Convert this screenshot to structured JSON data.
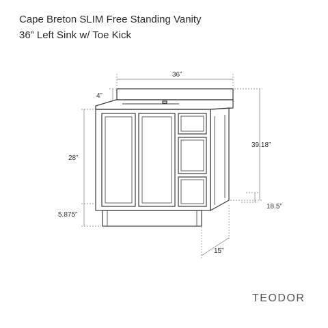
{
  "title_line1": "Cape Breton SLIM Free Standing Vanity",
  "title_line2": "36” Left Sink w/ Toe Kick",
  "brand": "TEODOR",
  "dimensions": {
    "width": "36”",
    "backsplash_height": "4”",
    "counter_height": "28”",
    "toe_kick_height": "5.875”",
    "total_height": "39.18”",
    "depth": "18.5”",
    "side_depth": "15”"
  },
  "colors": {
    "line": "#3a3a3a",
    "dim_line": "#777777"
  }
}
